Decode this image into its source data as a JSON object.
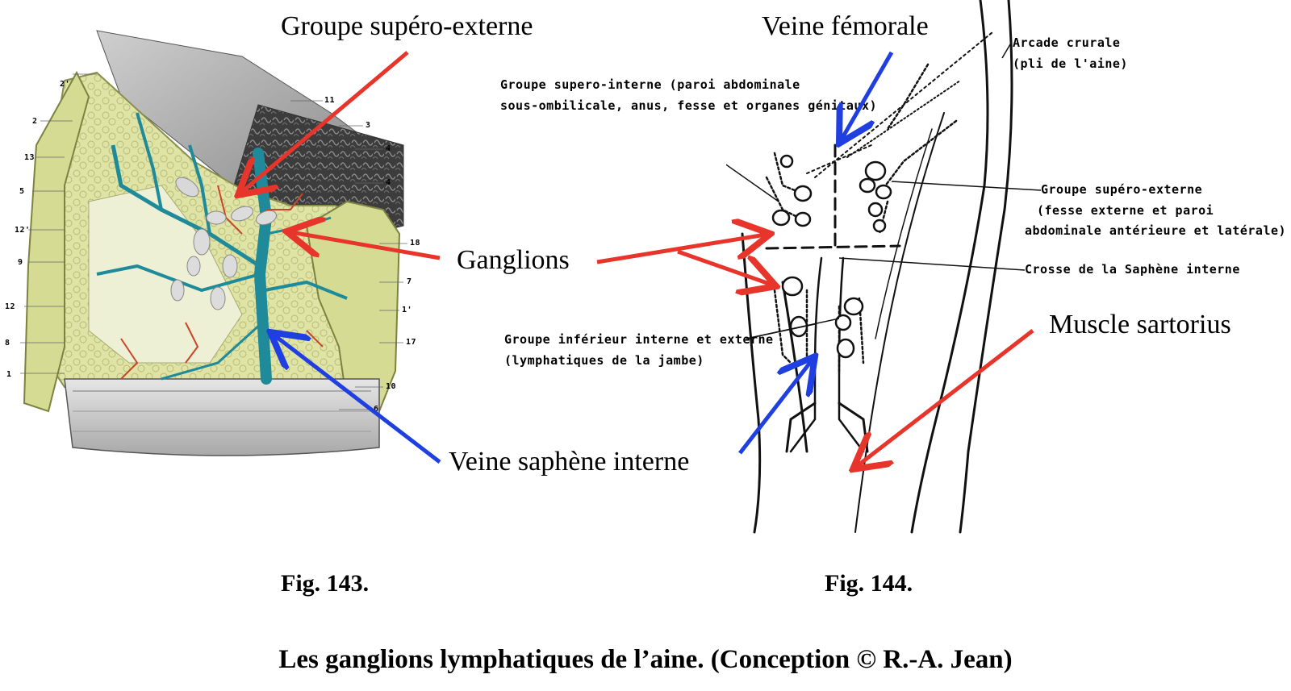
{
  "labels": {
    "groupe_supero_externe": "Groupe supéro-externe",
    "veine_femorale": "Veine fémorale",
    "ganglions": "Ganglions",
    "muscle_sartorius": "Muscle sartorius",
    "veine_saphene_interne": "Veine saphène interne"
  },
  "fig144_annotations": {
    "arcade_line1": "Arcade crurale",
    "arcade_line2": "(pli de l'aine)",
    "sup_int_line1": "Groupe supero-interne  (paroi abdominale",
    "sup_int_line2": "sous-ombilicale, anus, fesse et organes génitaux)",
    "sup_ext_line1": "Groupe supéro-externe",
    "sup_ext_line2": "(fesse externe et paroi",
    "sup_ext_line3": "abdominale antérieure et latérale)",
    "crosse": "Crosse de la Saphène interne",
    "inf_line1": "Groupe inférieur interne et externe",
    "inf_line2": "(lymphatiques de la jambe)"
  },
  "fig143_numbers": [
    "2'",
    "2",
    "13",
    "5",
    "12'",
    "9",
    "12",
    "8",
    "1",
    "11",
    "3",
    "4",
    "4",
    "18",
    "7",
    "1'",
    "17",
    "10",
    "6"
  ],
  "figure_labels": {
    "fig143": "Fig. 143.",
    "fig144": "Fig. 144."
  },
  "caption": "Les ganglions lymphatiques de l’aine. (Conception © R.-A. Jean)",
  "colors": {
    "red_arrow": "#e8352b",
    "blue_arrow": "#1f3fe0",
    "vein": "#1f8a9a",
    "fat": "#d8dd9a"
  }
}
